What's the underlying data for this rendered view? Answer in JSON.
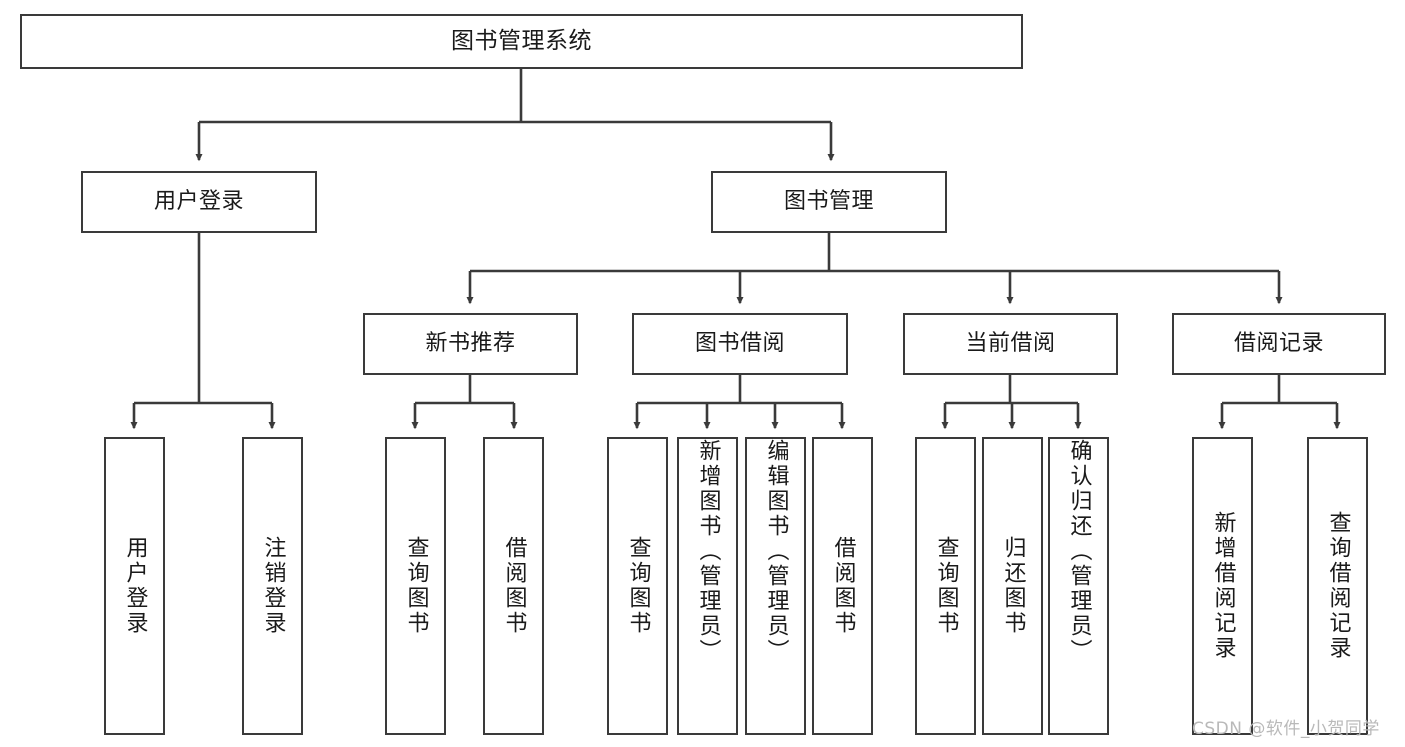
{
  "diagram": {
    "title": "图书管理系统",
    "type": "功能结构图",
    "colors": {
      "box_border": "#3a3a3a",
      "box_fill": "#ffffff",
      "edge": "#3a3a3a",
      "text": "#1a1a1a",
      "watermark": "#b9b9b9",
      "background": "#ffffff"
    }
  },
  "nodes": {
    "root": {
      "label": "图书管理系统"
    },
    "level2": [
      {
        "label": "用户登录"
      },
      {
        "label": "图书管理"
      }
    ],
    "level3": [
      {
        "label": "新书推荐"
      },
      {
        "label": "图书借阅"
      },
      {
        "label": "当前借阅"
      },
      {
        "label": "借阅记录"
      }
    ],
    "leaves": {
      "user_login": [
        {
          "label": "用户登录"
        },
        {
          "label": "注销登录"
        }
      ],
      "new_book": [
        {
          "label": "查询图书"
        },
        {
          "label": "借阅图书"
        }
      ],
      "book_borrow": [
        {
          "label": "查询图书"
        },
        {
          "label": "新增图书（管理员）"
        },
        {
          "label": "编辑图书（管理员）"
        },
        {
          "label": "借阅图书"
        }
      ],
      "current_borrow": [
        {
          "label": "查询图书"
        },
        {
          "label": "归还图书"
        },
        {
          "label": "确认归还（管理员）"
        }
      ],
      "borrow_record": [
        {
          "label": "新增借阅记录"
        },
        {
          "label": "查询借阅记录"
        }
      ]
    }
  },
  "watermark": {
    "text": "CSDN @软件_小贺同学"
  }
}
